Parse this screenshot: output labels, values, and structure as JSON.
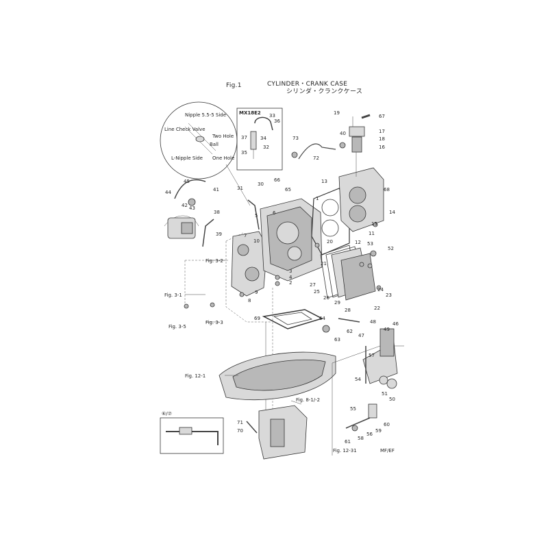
{
  "header": {
    "fig": "Fig.1",
    "title_en": "CYLINDER・CRANK CASE",
    "title_jp": "シリンダ・クランクケース"
  },
  "detail_circle": {
    "nipple_side": "Nipple 5.5-5 Side",
    "line_check_valve": "Line Check Valve",
    "two_hole": "Two Hole",
    "ball": "Ball",
    "l_nipple_side": "L-Nipple Side",
    "one_hole": "One Hole"
  },
  "inset_box": {
    "label": "MX18E2"
  },
  "fig_refs": {
    "f32": "Fig. 3-2",
    "f31": "Fig. 3-1",
    "f35": "Fig. 3-5",
    "f33": "Fig. 3-3",
    "f121": "Fig. 12-1",
    "f812": "Fig. 8-1/-2",
    "f1231": "Fig. 12-31"
  },
  "variant_label": "MF/EF",
  "inset_bottom_label": "⑥/⑦",
  "callouts": [
    "1",
    "2",
    "3",
    "4",
    "5",
    "6",
    "7",
    "8",
    "9",
    "10",
    "11",
    "12",
    "13",
    "14",
    "15",
    "16",
    "17",
    "18",
    "19",
    "20",
    "21",
    "22",
    "23",
    "24",
    "25",
    "26",
    "27",
    "28",
    "29",
    "30",
    "31",
    "32",
    "33",
    "34",
    "35",
    "36",
    "37",
    "38",
    "39",
    "40",
    "41",
    "42",
    "43",
    "44",
    "45",
    "46",
    "47",
    "48",
    "49",
    "50",
    "51",
    "52",
    "53",
    "54",
    "55",
    "56",
    "57",
    "58",
    "59",
    "60",
    "61",
    "62",
    "63",
    "64",
    "65",
    "66",
    "67",
    "68",
    "69",
    "70",
    "71",
    "72",
    "73"
  ]
}
